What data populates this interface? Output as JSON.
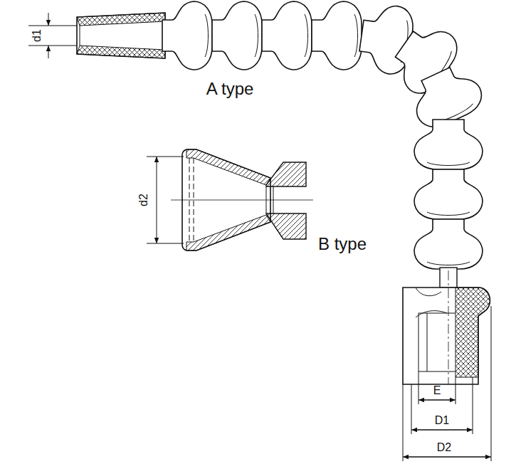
{
  "diagram": {
    "labels": [
      "d1",
      "A type",
      "d2",
      "B type",
      "E",
      "D1",
      "D2"
    ]
  }
}
